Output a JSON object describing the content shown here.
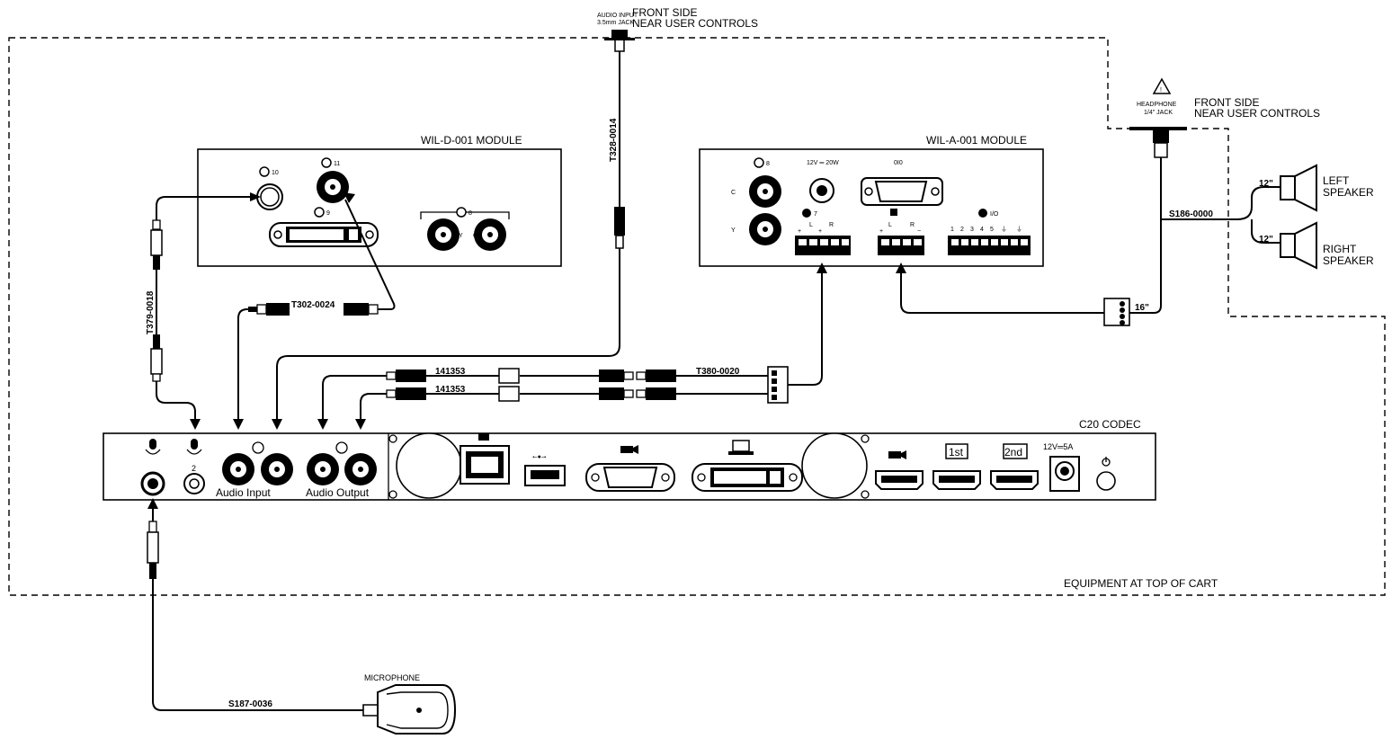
{
  "cart": {
    "label": "EQUIPMENT AT TOP OF CART",
    "audio_input_jack": {
      "label_line1": "AUDIO INPUT",
      "label_line2": "3.5mm JACK"
    },
    "audio_input_location": {
      "line1": "FRONT SIDE",
      "line2": "NEAR USER CONTROLS"
    },
    "headphone_jack": {
      "label_line1": "HEADPHONE",
      "label_line2": "1/4\" JACK",
      "warning_symbol": "!"
    },
    "headphone_location": {
      "line1": "FRONT SIDE",
      "line2": "NEAR USER CONTROLS"
    }
  },
  "wil_d_module": {
    "title": "WIL-D-001 MODULE",
    "ports": {
      "p10": "10",
      "p11": "11",
      "p9": "9",
      "p8": "8",
      "y": "Y",
      "c": "C"
    }
  },
  "wil_a_module": {
    "title": "WIL-A-001 MODULE",
    "ports": {
      "p8": "8",
      "c": "C",
      "y": "Y",
      "power": "12V ═ 20W",
      "p7": "7",
      "serial": "0I0",
      "io": "I/O",
      "lr_left": "L",
      "lr_right": "R",
      "plus": "+",
      "minus": "−",
      "ground": "⏚",
      "io_numbers": [
        "1",
        "2",
        "3",
        "4",
        "5"
      ]
    }
  },
  "codec": {
    "title": "C20 CODEC",
    "audio_input_label": "Audio Input",
    "audio_output_label": "Audio Output",
    "mic2_label": "2",
    "hdmi1_label": "1st",
    "hdmi2_label": "2nd",
    "power_label": "12V═5A"
  },
  "cables": {
    "t328": "T328-0014",
    "t379": "T379-0018",
    "t302": "T302-0024",
    "c141353_a": "141353",
    "c141353_b": "141353",
    "t380": "T380-0020",
    "s186": "S186-0000",
    "s187": "S187-0036",
    "len_16": "16\"",
    "len_12_left": "12\"",
    "len_12_right": "12\""
  },
  "speakers": {
    "left_line1": "LEFT",
    "left_line2": "SPEAKER",
    "right_line1": "RIGHT",
    "right_line2": "SPEAKER"
  },
  "microphone": {
    "label": "MICROPHONE"
  }
}
